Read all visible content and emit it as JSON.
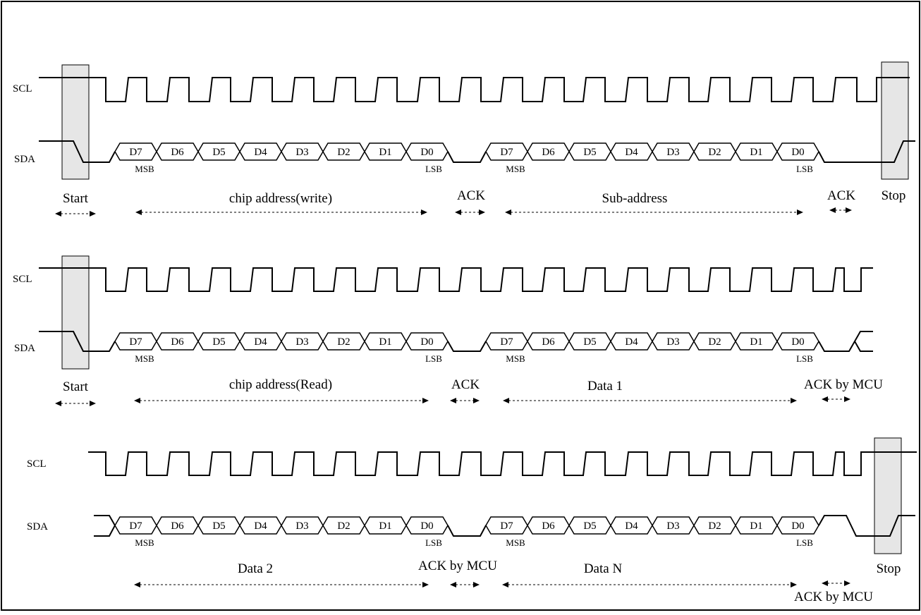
{
  "signals": {
    "scl": "SCL",
    "sda": "SDA"
  },
  "bits": [
    "D7",
    "D6",
    "D5",
    "D4",
    "D3",
    "D2",
    "D1",
    "D0"
  ],
  "msb": "MSB",
  "lsb": "LSB",
  "rows": [
    {
      "name": "write-sequence",
      "labels": {
        "start": "Start",
        "byte1": "chip address(write)",
        "ack1": "ACK",
        "byte2": "Sub-address",
        "ack2": "ACK",
        "stop": "Stop"
      }
    },
    {
      "name": "read-sequence",
      "labels": {
        "start": "Start",
        "byte1": "chip address(Read)",
        "ack1": "ACK",
        "byte2": "Data 1",
        "ack2": "ACK by MCU"
      }
    },
    {
      "name": "data-sequence",
      "labels": {
        "byte1": "Data 2",
        "ack1": "ACK by  MCU",
        "byte2": "Data N",
        "ack2": "ACK by MCU",
        "stop": "Stop"
      }
    }
  ]
}
